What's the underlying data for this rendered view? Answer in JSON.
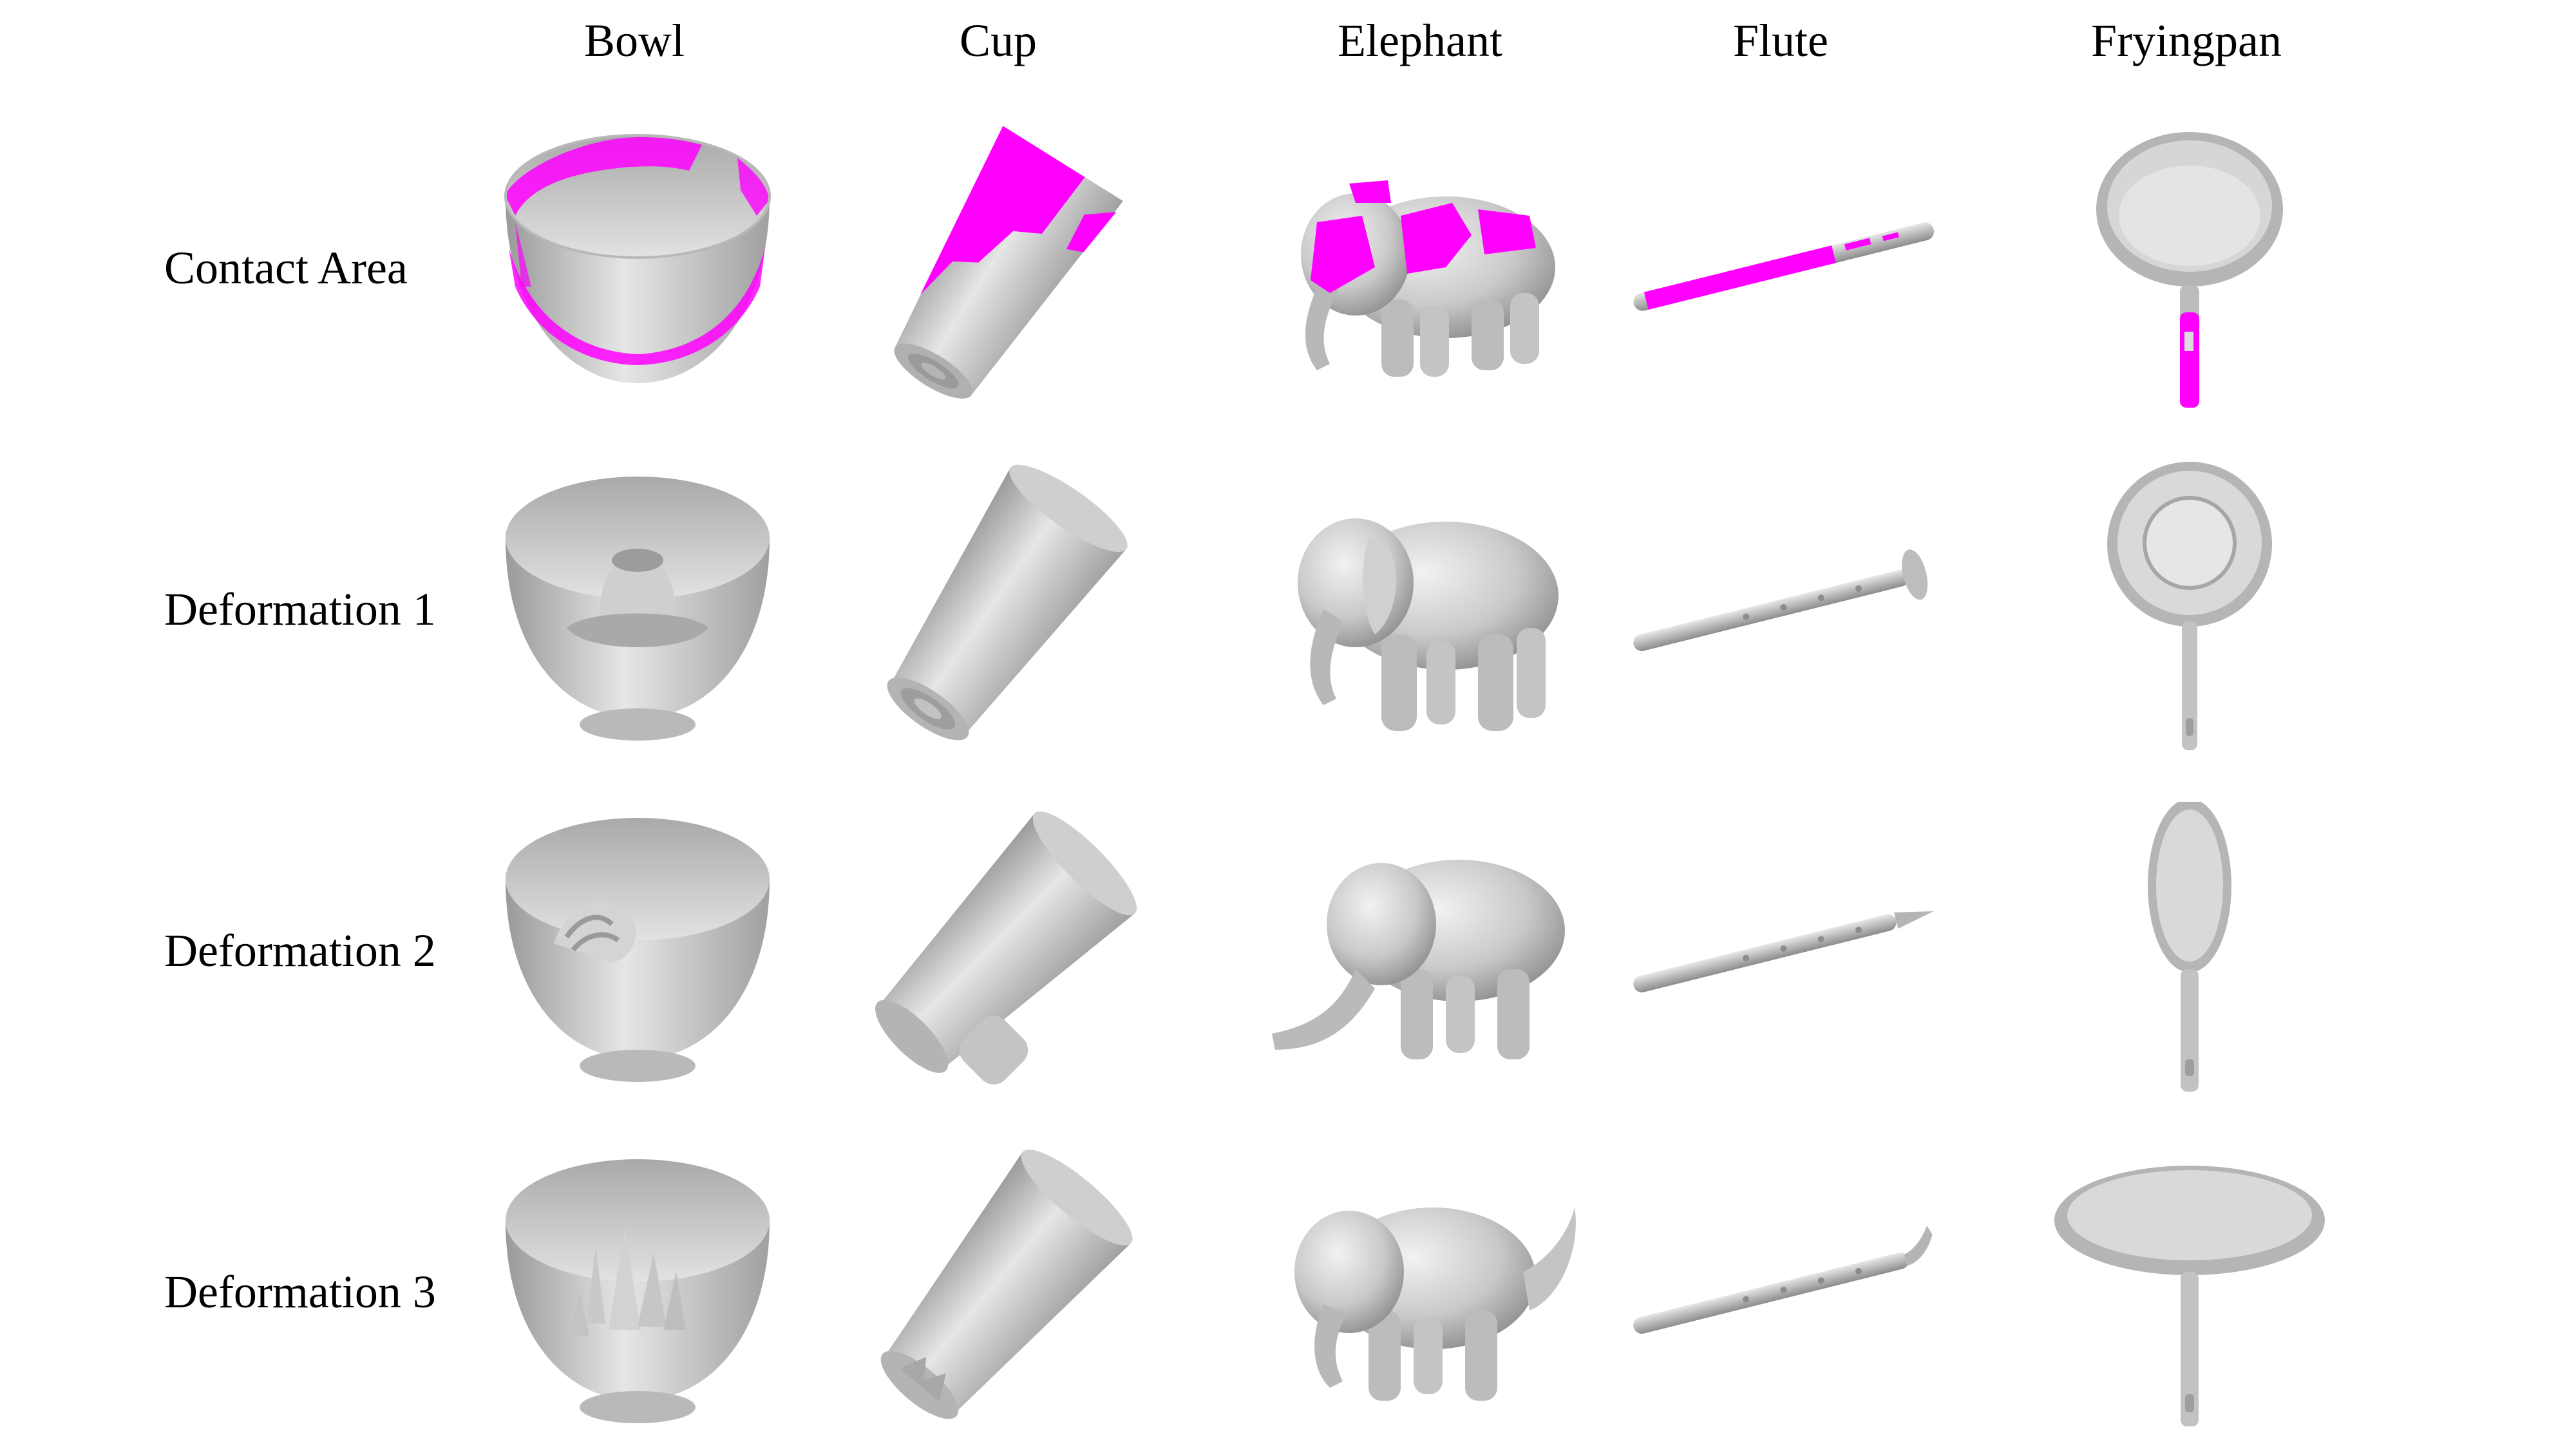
{
  "columns": [
    {
      "label": "Bowl"
    },
    {
      "label": "Cup"
    },
    {
      "label": "Elephant"
    },
    {
      "label": "Flute"
    },
    {
      "label": "Fryingpan"
    }
  ],
  "rows": [
    {
      "label": "Contact Area"
    },
    {
      "label": "Deformation 1"
    },
    {
      "label": "Deformation 2"
    },
    {
      "label": "Deformation 3"
    }
  ],
  "colors": {
    "mesh": "#c8c8c8",
    "mesh_dark": "#9a9a9a",
    "mesh_light": "#ececec",
    "contact": "#ff00ff"
  }
}
